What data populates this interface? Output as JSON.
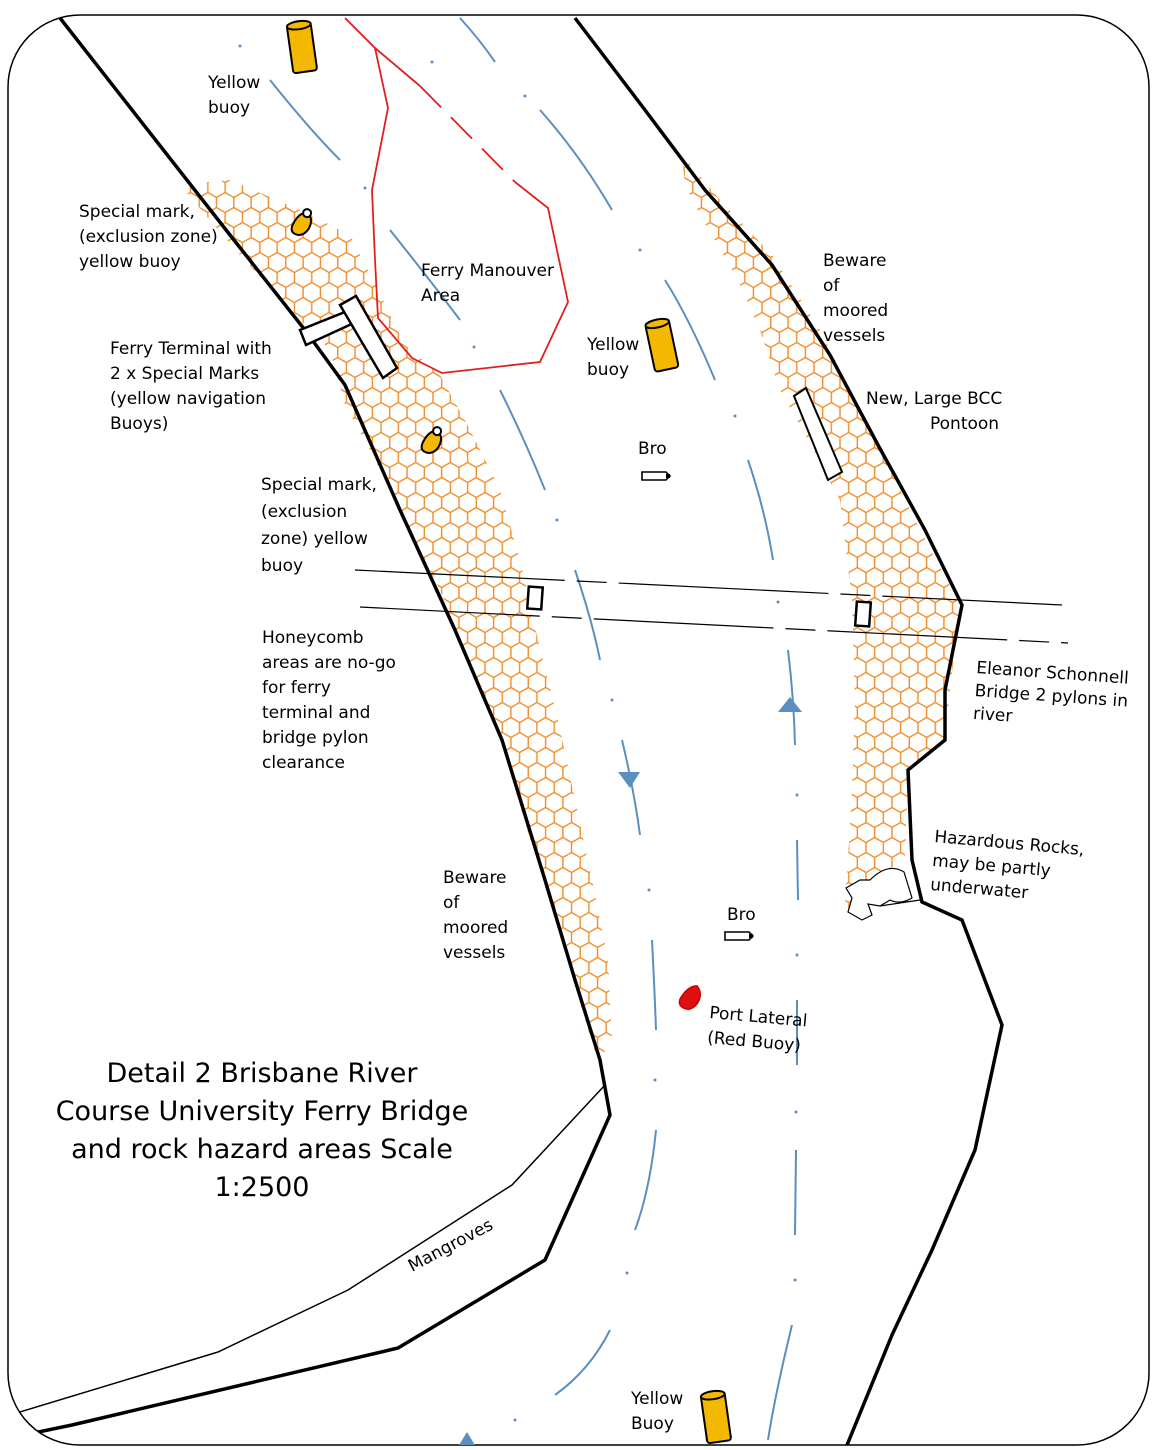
{
  "map": {
    "title_lines": [
      "Detail 2    Brisbane River",
      "Course University Ferry Bridge",
      "and rock hazard areas   Scale",
      "1:2500"
    ],
    "labels": {
      "yellow_buoy_top": [
        "Yellow",
        "buoy"
      ],
      "special_mark_1": [
        "Special mark,",
        "(exclusion zone)",
        "yellow buoy"
      ],
      "ferry_manouver": [
        "Ferry Manouver",
        "Area"
      ],
      "yellow_buoy_mid": [
        "Yellow",
        "buoy"
      ],
      "beware_right": [
        "Beware",
        "of",
        "moored",
        "vessels"
      ],
      "ferry_terminal": [
        "Ferry Terminal with",
        "2 x Special Marks",
        "(yellow   navigation",
        "Buoys)"
      ],
      "pontoon": [
        "New, Large BCC",
        "Pontoon"
      ],
      "bro_top": "Bro",
      "special_mark_2": [
        "Special mark,",
        "(exclusion",
        "zone) yellow",
        "buoy"
      ],
      "honeycomb": [
        "Honeycomb",
        "areas are no-go",
        "for ferry",
        "terminal and",
        "bridge pylon",
        "clearance"
      ],
      "bridge": [
        "Eleanor Schonnell",
        "Bridge 2 pylons in",
        "river"
      ],
      "hazard_rocks": [
        "Hazardous Rocks,",
        "may be partly",
        "underwater"
      ],
      "beware_left": [
        "Beware",
        "of",
        "moored",
        "vessels"
      ],
      "bro_bottom": "Bro",
      "port_lateral": [
        "Port Lateral",
        "(Red Buoy)"
      ],
      "mangroves": "Mangroves",
      "yellow_buoy_bottom": [
        "Yellow",
        "Buoy"
      ]
    },
    "colors": {
      "hazard": "#f28c28",
      "course": "#5b8fc0",
      "ferry_area": "#e02020",
      "yellow_buoy": "#f5b800",
      "red_buoy": "#e01010",
      "shore": "#000000"
    },
    "icons": [
      "yellow-buoy-icon",
      "special-mark-icon",
      "red-buoy-icon",
      "boat-icon",
      "arrow-icon"
    ]
  }
}
